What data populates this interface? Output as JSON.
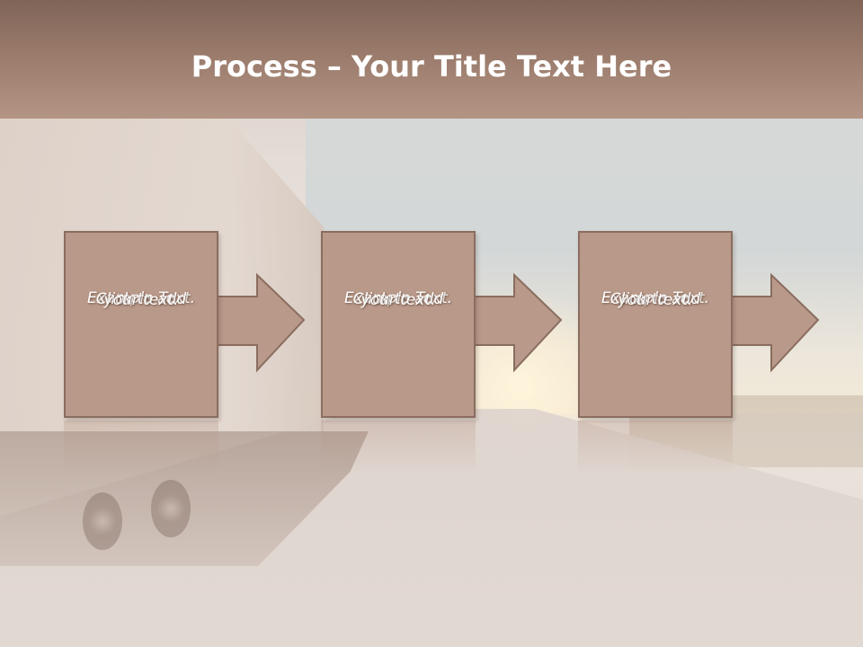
{
  "header": {
    "title_bold": "Process",
    "title_rest": " – Your Title Text Here"
  },
  "steps": [
    {
      "line1": "Example Text.",
      "line2": "Click  to add",
      "line3": "your text."
    },
    {
      "line1": "Example Text.",
      "line2": "Click  to add",
      "line3": "your text."
    },
    {
      "line1": "Example Text.",
      "line2": "Click  to add",
      "line3": "your text."
    }
  ],
  "colors": {
    "header": "#9a7b6b",
    "box_fill": "#b99989",
    "box_border": "#8a6d5f",
    "text": "#ffffff"
  }
}
